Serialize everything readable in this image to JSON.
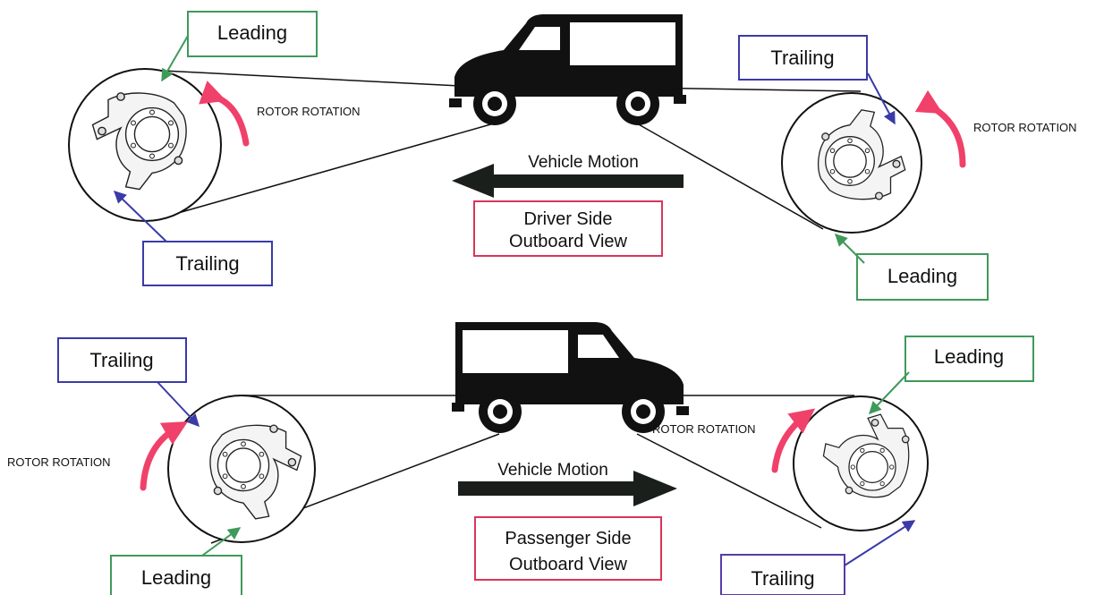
{
  "top": {
    "view_title_line1": "Driver Side",
    "view_title_line2": "Outboard View",
    "motion_label": "Vehicle Motion",
    "left_wheel": {
      "upper_label": "Leading",
      "lower_label": "Trailing",
      "rotation_label": "ROTOR ROTATION"
    },
    "right_wheel": {
      "upper_label": "Trailing",
      "lower_label": "Leading",
      "rotation_label": "ROTOR ROTATION"
    }
  },
  "bottom": {
    "view_title_line1": "Passenger Side",
    "view_title_line2": "Outboard View",
    "motion_label": "Vehicle Motion",
    "left_wheel": {
      "upper_label": "Trailing",
      "lower_label": "Leading",
      "rotation_label": "ROTOR ROTATION"
    },
    "right_wheel": {
      "upper_label": "Leading",
      "lower_label": "Trailing",
      "rotation_label": "ROTOR ROTATION"
    }
  },
  "colors": {
    "leading_box": "#3f9a5a",
    "trailing_box": "#3a3aa8",
    "title_box": "#d9365a",
    "rotation_arrow": "#f0416a",
    "ink": "#111111"
  },
  "icons": [
    "truck-icon",
    "brake-caliper-icon",
    "rotation-arrow-icon",
    "motion-arrow-icon"
  ]
}
